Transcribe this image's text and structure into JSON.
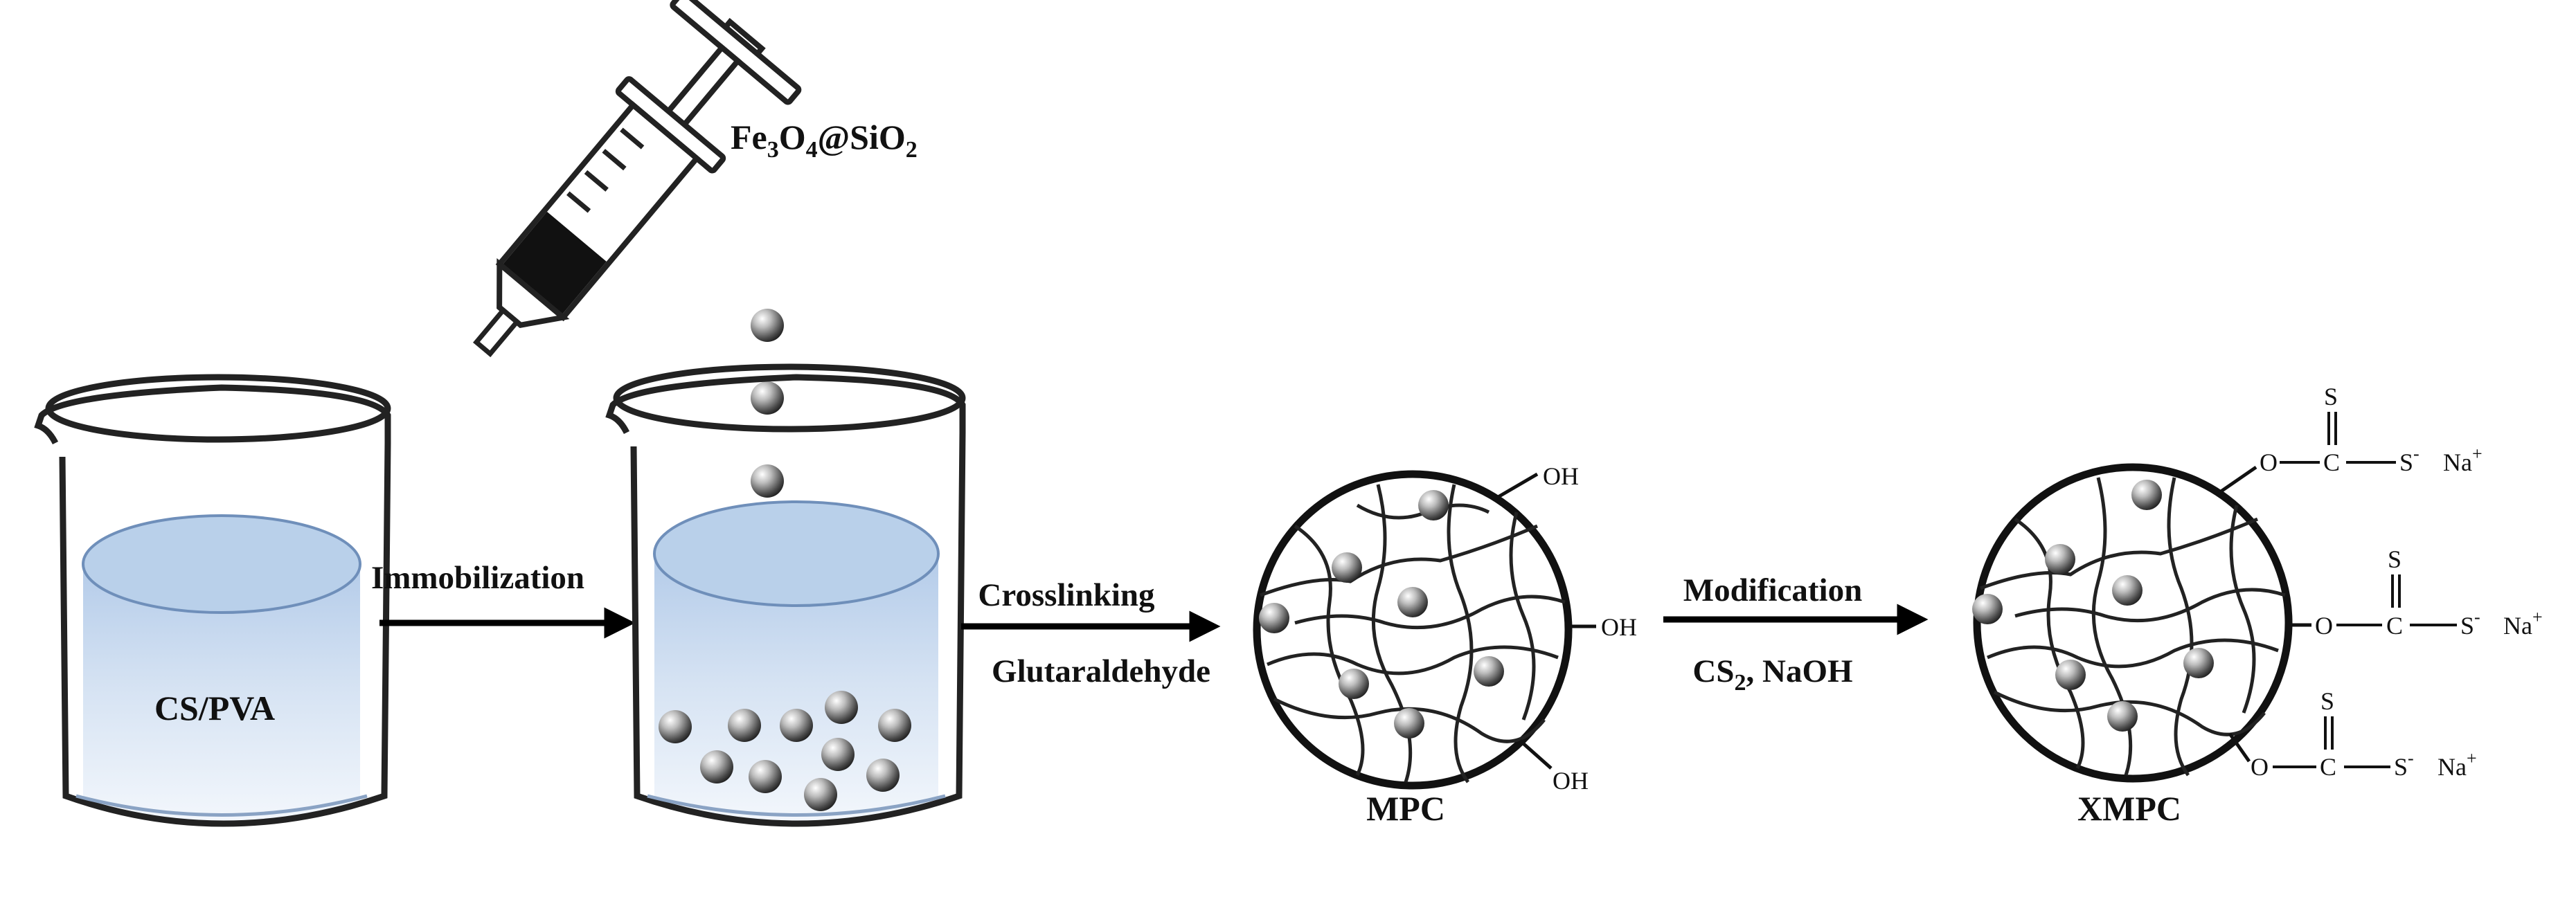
{
  "diagram": {
    "reagent_label": {
      "p1": "Fe",
      "s1": "3",
      "p2": "O",
      "s2": "4",
      "p3": "@SiO",
      "s3": "2"
    },
    "beaker1_label": "CS/PVA",
    "arrow1_label": "Immobilization",
    "arrow2_top_label": "Crosslinking",
    "arrow2_bottom_label": "Glutaraldehyde",
    "arrow3_top_label": "Modification",
    "arrow3_bottom_label": {
      "p1": "CS",
      "s1": "2",
      "p2": ", NaOH"
    },
    "mpc_label": "MPC",
    "mpc_groups": [
      "OH",
      "OH",
      "OH"
    ],
    "xmpc_label": "XMPC",
    "xanthate": {
      "o": "O",
      "c": "C",
      "s": "S",
      "s_minus": "S",
      "minus": "-",
      "na": "Na",
      "plus": "+"
    }
  },
  "colors": {
    "liquid_top": "#b8cfe9",
    "liquid_bottom": "#eef4fb",
    "ink": "#111111"
  }
}
